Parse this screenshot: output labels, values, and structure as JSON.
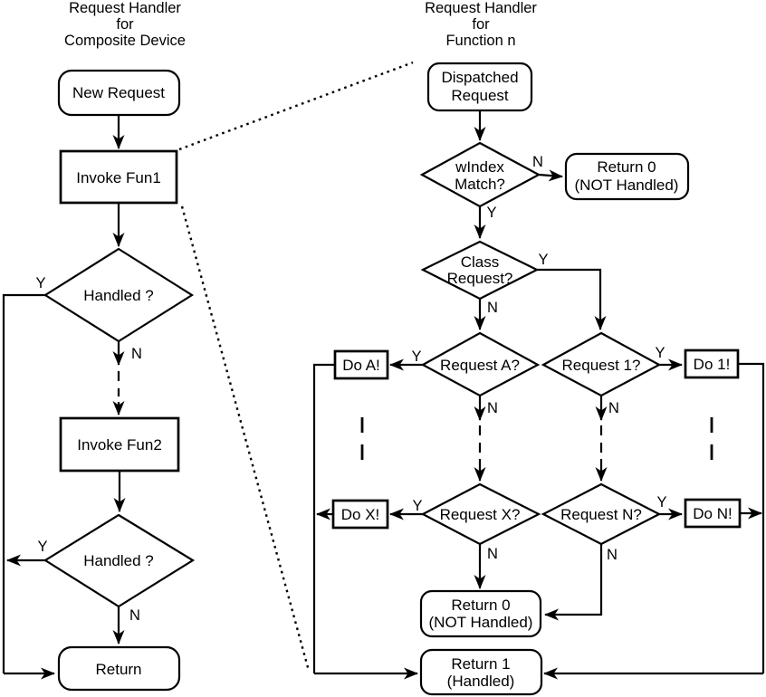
{
  "colors": {
    "background": "#ffffff",
    "line": "#000000",
    "text": "#000000"
  },
  "labels": {
    "yes": "Y",
    "no": "N"
  },
  "left_chart": {
    "title_line1": "Request Handler",
    "title_line2": "for",
    "title_line3": "Composite Device",
    "new_request": "New Request",
    "invoke_fun1": "Invoke Fun1",
    "handled_1": "Handled ?",
    "invoke_fun2": "Invoke Fun2",
    "handled_2": "Handled ?",
    "return_node": "Return"
  },
  "right_chart": {
    "title_line1": "Request Handler",
    "title_line2": "for",
    "title_line3": "Function n",
    "dispatched_line1": "Dispatched",
    "dispatched_line2": "Request",
    "windex_line1": "wIndex",
    "windex_line2": "Match?",
    "return0_top_line1": "Return 0",
    "return0_top_line2": "(NOT Handled)",
    "class_line1": "Class",
    "class_line2": "Request?",
    "request_a": "Request A?",
    "do_a": "Do A!",
    "request_1": "Request 1?",
    "do_1": "Do 1!",
    "request_x": "Request X?",
    "do_x": "Do X!",
    "request_n": "Request N?",
    "do_n": "Do N!",
    "return0_bottom_line1": "Return 0",
    "return0_bottom_line2": "(NOT Handled)",
    "return1_line1": "Return 1",
    "return1_line2": "(Handled)"
  }
}
